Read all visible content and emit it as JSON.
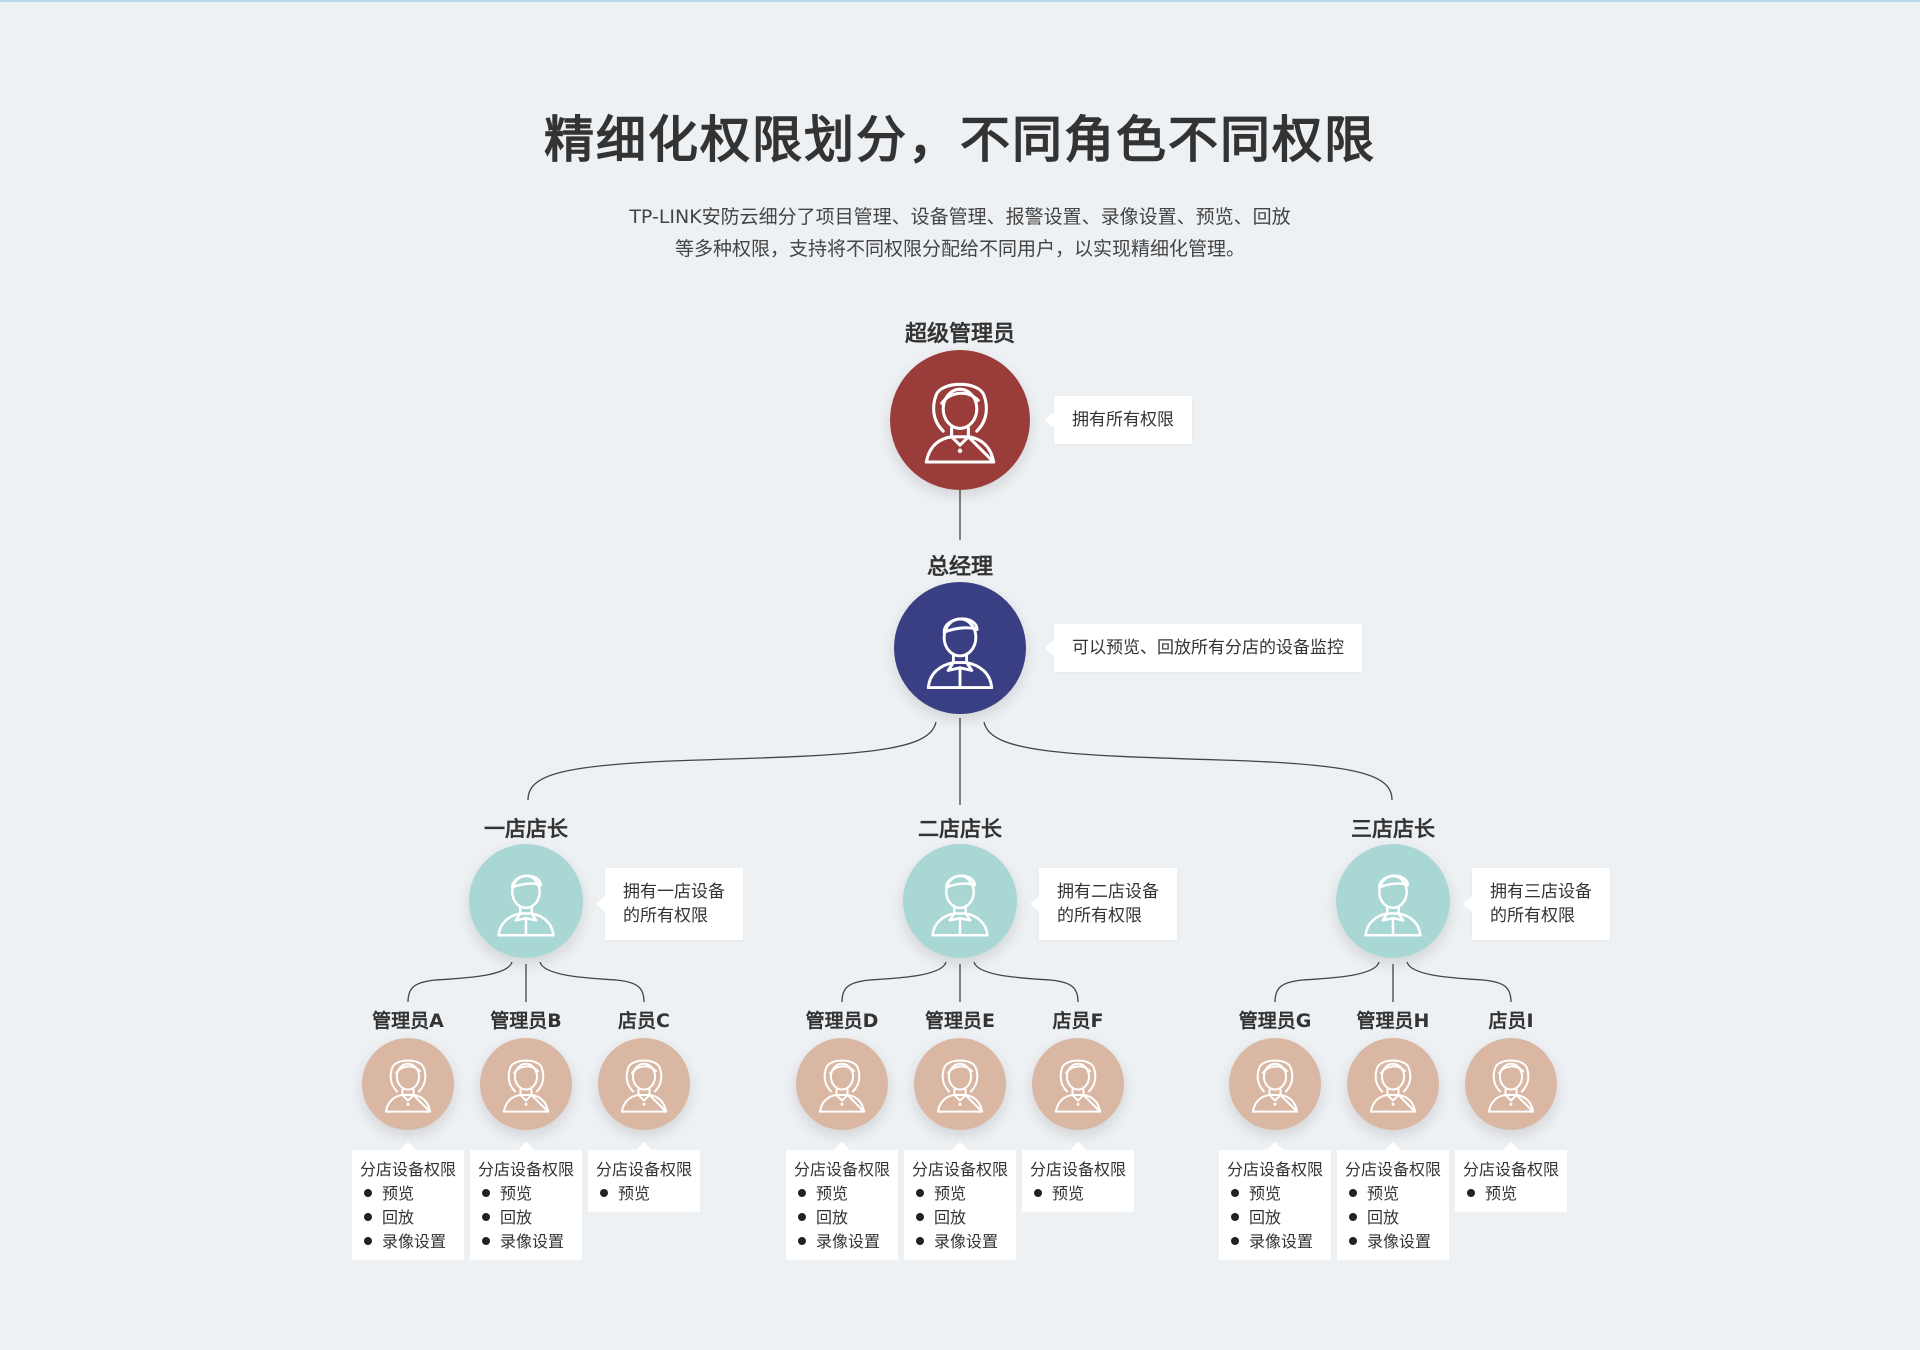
{
  "header": {
    "title": "精细化权限划分，不同角色不同权限",
    "desc_line1": "TP-LINK安防云细分了项目管理、设备管理、报警设置、录像设置、预览、回放",
    "desc_line2": "等多种权限，支持将不同权限分配给不同用户，以实现精细化管理。"
  },
  "colors": {
    "super_admin": "#9a3c3a",
    "general_manager": "#3a3f84",
    "store_manager": "#a9d7d4",
    "staff": "#d9b7a2",
    "line": "#444444"
  },
  "super_admin": {
    "label": "超级管理员",
    "icon": "female-user-icon",
    "note": "拥有所有权限"
  },
  "general_manager": {
    "label": "总经理",
    "icon": "male-user-icon",
    "note": "可以预览、回放所有分店的设备监控"
  },
  "stores": [
    {
      "label": "一店店长",
      "icon": "male-user-icon",
      "note_line1": "拥有一店设备",
      "note_line2": "的所有权限",
      "staff": [
        {
          "label": "管理员A",
          "icon": "female-user-icon",
          "perm_title": "分店设备权限",
          "perms": [
            "预览",
            "回放",
            "录像设置"
          ]
        },
        {
          "label": "管理员B",
          "icon": "female-user-icon",
          "perm_title": "分店设备权限",
          "perms": [
            "预览",
            "回放",
            "录像设置"
          ]
        },
        {
          "label": "店员C",
          "icon": "female-user-icon",
          "perm_title": "分店设备权限",
          "perms": [
            "预览"
          ]
        }
      ]
    },
    {
      "label": "二店店长",
      "icon": "male-user-icon",
      "note_line1": "拥有二店设备",
      "note_line2": "的所有权限",
      "staff": [
        {
          "label": "管理员D",
          "icon": "female-user-icon",
          "perm_title": "分店设备权限",
          "perms": [
            "预览",
            "回放",
            "录像设置"
          ]
        },
        {
          "label": "管理员E",
          "icon": "female-user-icon",
          "perm_title": "分店设备权限",
          "perms": [
            "预览",
            "回放",
            "录像设置"
          ]
        },
        {
          "label": "店员F",
          "icon": "female-user-icon",
          "perm_title": "分店设备权限",
          "perms": [
            "预览"
          ]
        }
      ]
    },
    {
      "label": "三店店长",
      "icon": "male-user-icon",
      "note_line1": "拥有三店设备",
      "note_line2": "的所有权限",
      "staff": [
        {
          "label": "管理员G",
          "icon": "female-user-icon",
          "perm_title": "分店设备权限",
          "perms": [
            "预览",
            "回放",
            "录像设置"
          ]
        },
        {
          "label": "管理员H",
          "icon": "female-user-icon",
          "perm_title": "分店设备权限",
          "perms": [
            "预览",
            "回放",
            "录像设置"
          ]
        },
        {
          "label": "店员I",
          "icon": "female-user-icon",
          "perm_title": "分店设备权限",
          "perms": [
            "预览"
          ]
        }
      ]
    }
  ]
}
